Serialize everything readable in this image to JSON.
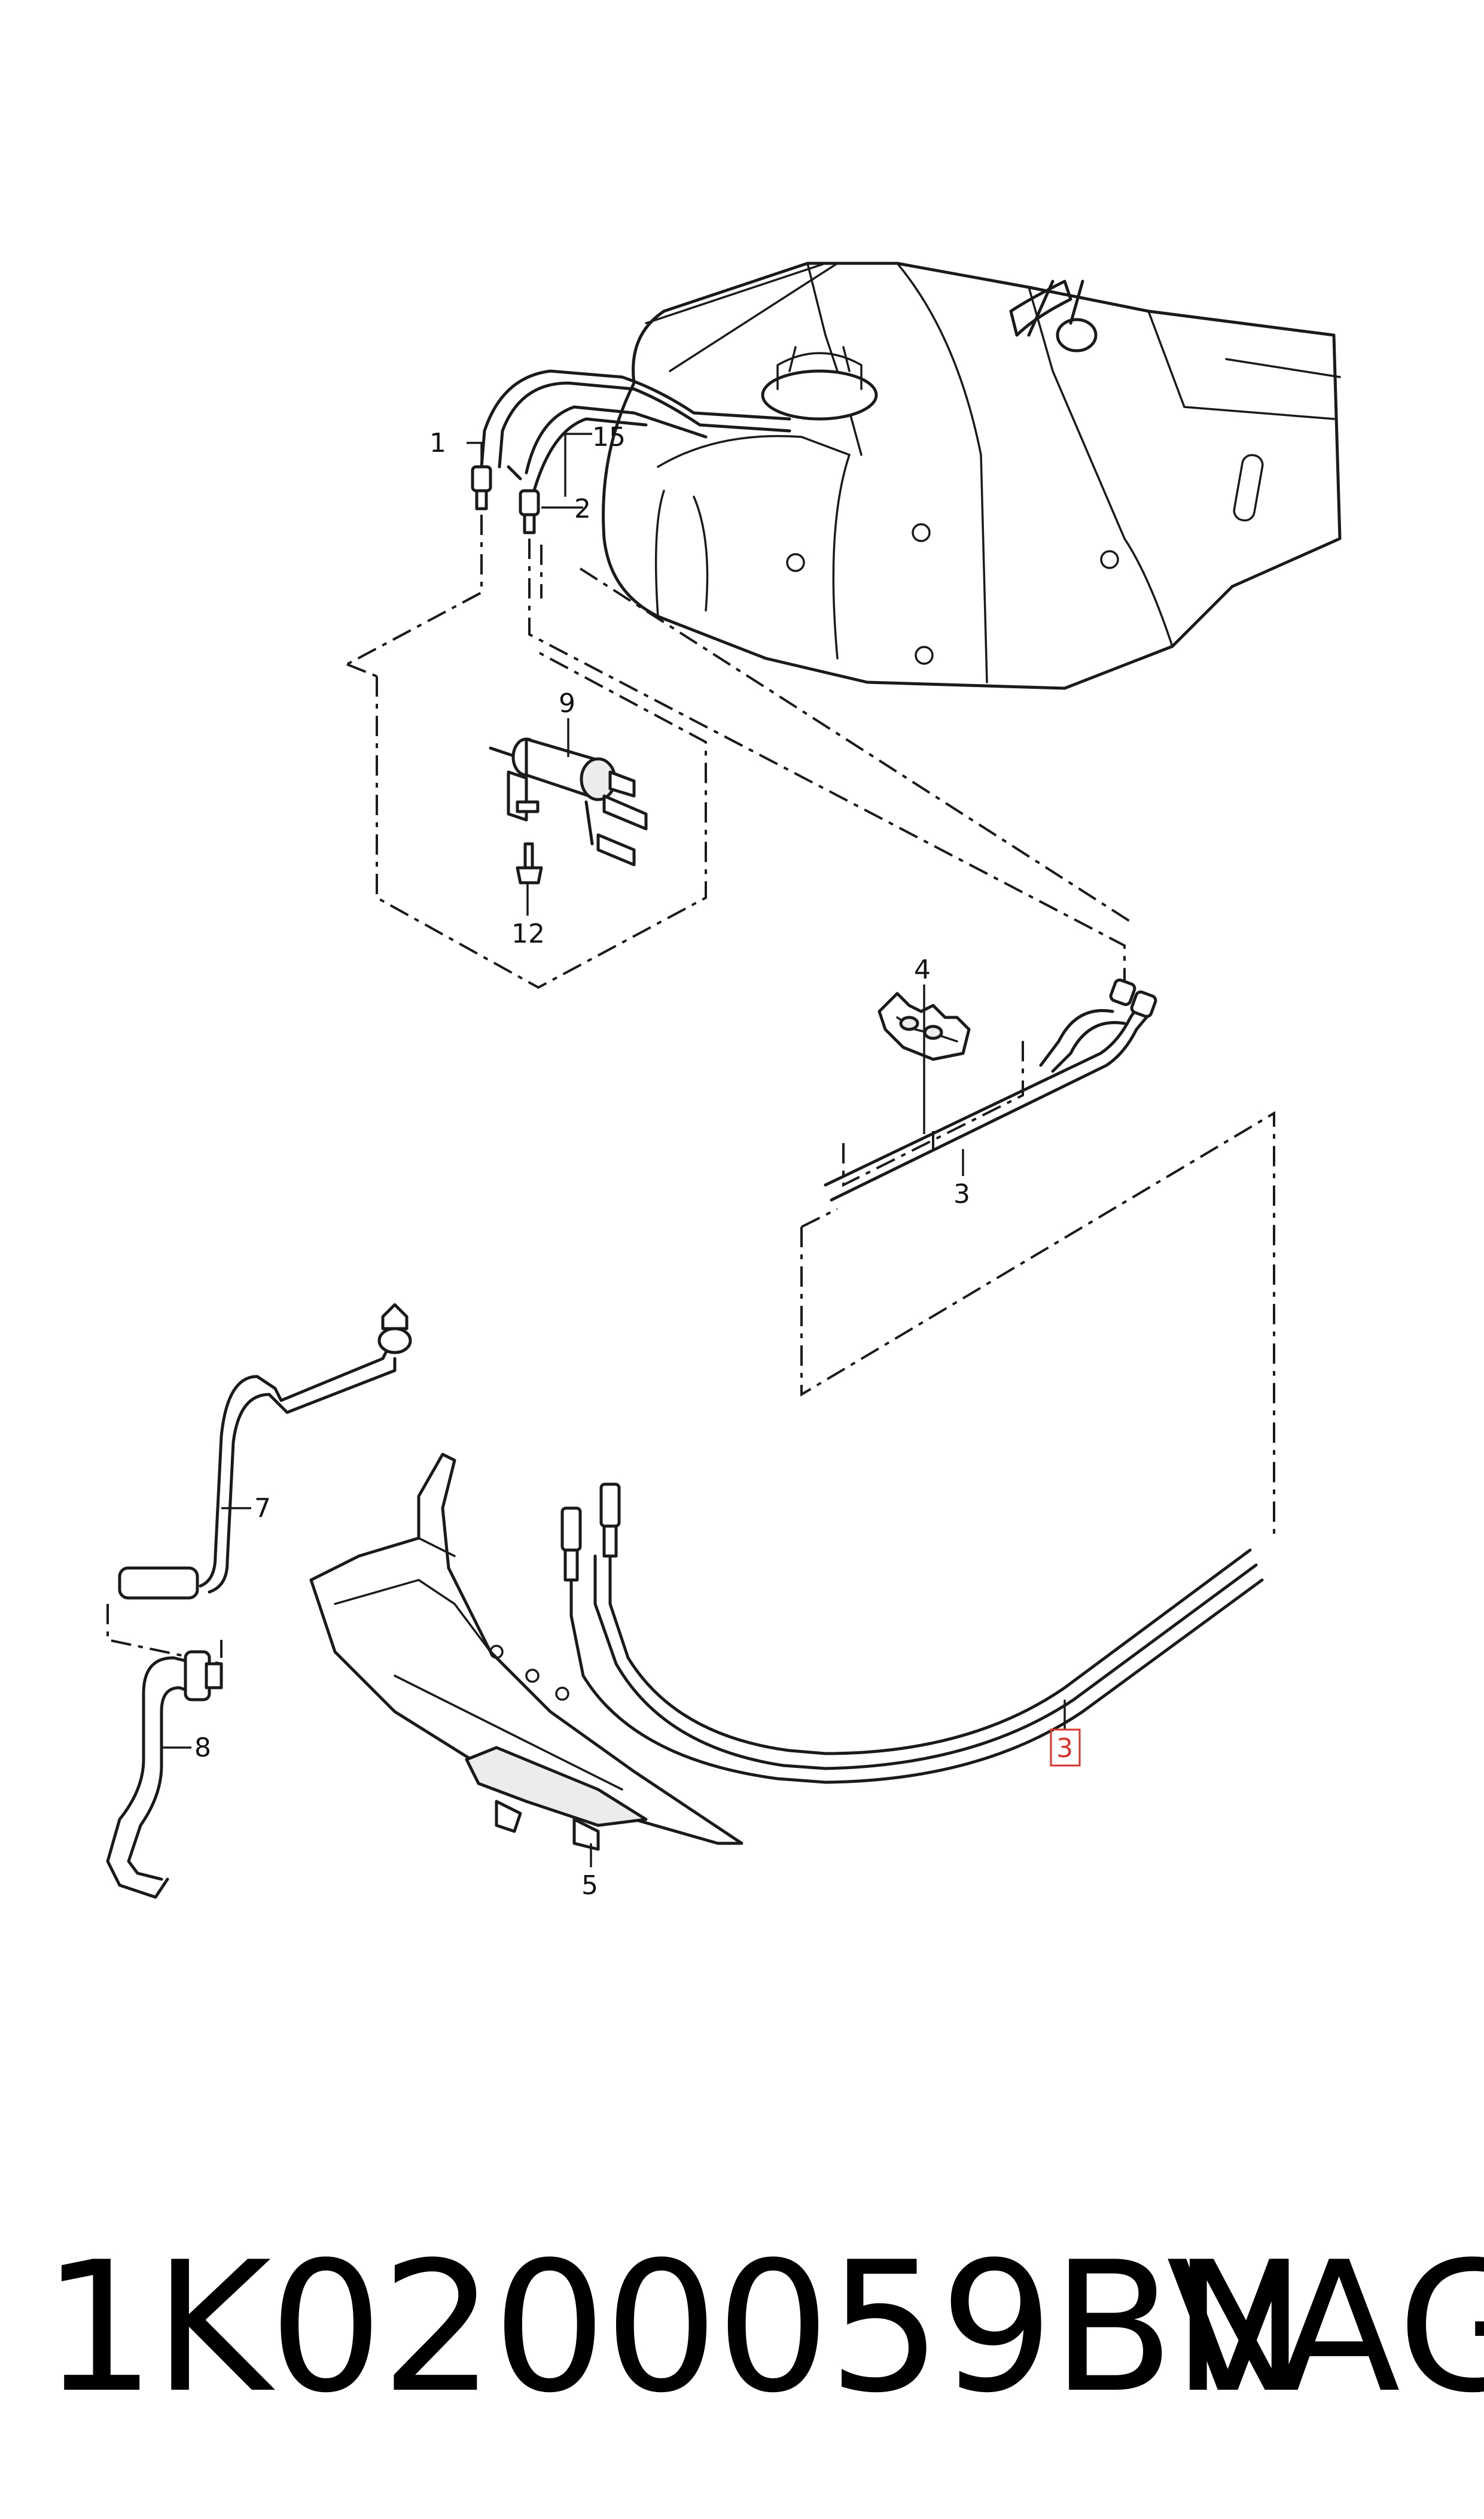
{
  "callouts": {
    "c1": "1",
    "c15": "15",
    "c2": "2",
    "c9": "9",
    "c12": "12",
    "c4": "4",
    "c3_top": "3",
    "c7": "7",
    "c8": "8",
    "c5": "5",
    "c3_highlight": "3"
  },
  "footer": {
    "part_number": "1K0200059BN",
    "brand": "VAG"
  },
  "colors": {
    "highlight": "#d9342b",
    "ink": "#1a1a1a"
  }
}
